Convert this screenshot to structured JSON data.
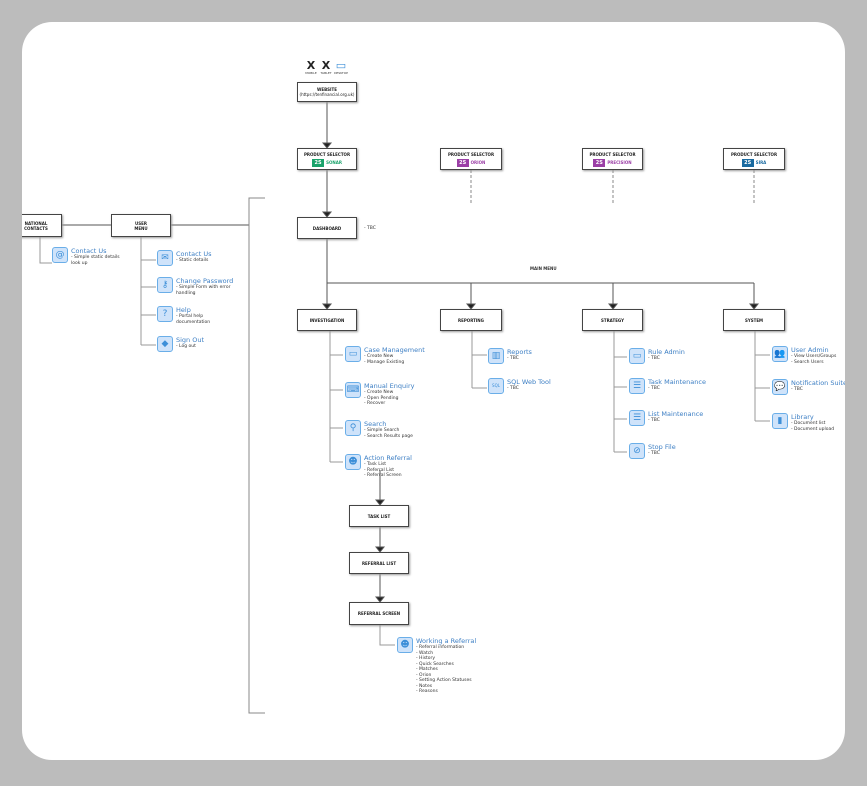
{
  "devices": [
    {
      "label": "MOBILE",
      "icon": "x-icon",
      "glyph": "X"
    },
    {
      "label": "TABLET",
      "icon": "x-icon",
      "glyph": "X"
    },
    {
      "label": "DESKTOP",
      "icon": "monitor-icon",
      "glyph": "▭"
    }
  ],
  "website": {
    "title": "WEBSITE",
    "url": "(https://tenfinancial.org.uk)"
  },
  "products": [
    {
      "id": "p1",
      "label": "PRODUCT SELECTOR",
      "name": "SONAR",
      "color": "#1aa36b"
    },
    {
      "id": "p2",
      "label": "PRODUCT SELECTOR",
      "name": "ORION",
      "color": "#9b3fa6"
    },
    {
      "id": "p3",
      "label": "PRODUCT SELECTOR",
      "name": "PRECISION",
      "color": "#9b3fa6"
    },
    {
      "id": "p4",
      "label": "PRODUCT SELECTOR",
      "name": "SIRA",
      "color": "#1a6aa0"
    }
  ],
  "logo_text": "2S",
  "boxes": [
    {
      "id": "national",
      "lines": [
        "NATIONAL",
        "CONTACTS"
      ]
    },
    {
      "id": "usermenu",
      "lines": [
        "USER",
        "MENU"
      ]
    },
    {
      "id": "dashboard",
      "lines": [
        "DASHBOARD"
      ]
    },
    {
      "id": "investigation",
      "lines": [
        "INVESTIGATION"
      ]
    },
    {
      "id": "reporting",
      "lines": [
        "REPORTING"
      ]
    },
    {
      "id": "strategy",
      "lines": [
        "STRATEGY"
      ]
    },
    {
      "id": "system",
      "lines": [
        "SYSTEM"
      ]
    },
    {
      "id": "tasklist",
      "lines": [
        "TASK LIST"
      ]
    },
    {
      "id": "referrallist",
      "lines": [
        "REFERRAL LIST"
      ]
    },
    {
      "id": "referralscreen",
      "lines": [
        "REFERRAL SCREEN"
      ]
    }
  ],
  "notes": {
    "dashboard": "- TBC",
    "main_menu": "MAIN MENU"
  },
  "items": [
    {
      "id": "nc",
      "title": "Contact Us",
      "icon": "at-sign-icon",
      "glyph": "@",
      "details": [
        "- Simple static details",
        "look up"
      ]
    },
    {
      "id": "um1",
      "title": "Contact Us",
      "icon": "envelope-icon",
      "glyph": "✉",
      "details": [
        "- Static details"
      ]
    },
    {
      "id": "um2",
      "title": "Change Password",
      "icon": "key-icon",
      "glyph": "⚷",
      "details": [
        "- Simple Form with error",
        "handling"
      ]
    },
    {
      "id": "um3",
      "title": "Help",
      "icon": "help-icon",
      "glyph": "?",
      "details": [
        "- Portal help",
        "documentation"
      ]
    },
    {
      "id": "um4",
      "title": "Sign Out",
      "icon": "sign-out-icon",
      "glyph": "◆",
      "details": [
        "- Log out"
      ]
    },
    {
      "id": "i1",
      "title": "Case Management",
      "icon": "briefcase-icon",
      "glyph": "▭",
      "details": [
        "- Create New",
        "- Manage Existing"
      ]
    },
    {
      "id": "i2",
      "title": "Manual Enquiry",
      "icon": "keyboard-icon",
      "glyph": "⌨",
      "details": [
        "- Create New",
        "- Open Pending",
        "- Recover"
      ]
    },
    {
      "id": "i3",
      "title": "Search",
      "icon": "magnifier-icon",
      "glyph": "⚲",
      "details": [
        "- Simple Search",
        "- Search Results page"
      ]
    },
    {
      "id": "i4",
      "title": "Action Referral",
      "icon": "detective-icon",
      "glyph": "☻",
      "details": [
        "- Task List",
        "- Referral List",
        "- Referral Screen"
      ]
    },
    {
      "id": "r1",
      "title": "Reports",
      "icon": "chart-icon",
      "glyph": "▥",
      "details": [
        "- TBC"
      ]
    },
    {
      "id": "r2",
      "title": "SQL Web Tool",
      "icon": "sql-icon",
      "glyph": "SQL",
      "details": [
        "- TBC"
      ]
    },
    {
      "id": "s1",
      "title": "Rule Admin",
      "icon": "briefcase-icon",
      "glyph": "▭",
      "details": [
        "- TBC"
      ]
    },
    {
      "id": "s2",
      "title": "Task Maintenance",
      "icon": "checklist-icon",
      "glyph": "☰",
      "details": [
        "- TBC"
      ]
    },
    {
      "id": "s3",
      "title": "List Maintenance",
      "icon": "list-edit-icon",
      "glyph": "☰",
      "details": [
        "- TBC"
      ]
    },
    {
      "id": "s4",
      "title": "Stop File",
      "icon": "stop-icon",
      "glyph": "⊘",
      "details": [
        "- TBC"
      ]
    },
    {
      "id": "y1",
      "title": "User Admin",
      "icon": "users-icon",
      "glyph": "👥",
      "details": [
        "- View Users/Groups",
        "- Search Users"
      ]
    },
    {
      "id": "y2",
      "title": "Notification Suite Admin",
      "icon": "notification-icon",
      "glyph": "💬",
      "details": [
        "- TBC"
      ]
    },
    {
      "id": "y3",
      "title": "Library",
      "icon": "books-icon",
      "glyph": "▮",
      "details": [
        "- Document list",
        "- Document upload"
      ]
    },
    {
      "id": "w1",
      "title": "Working a Referral",
      "icon": "detective-icon",
      "glyph": "☻",
      "details": [
        "- Referral information",
        "- Watch",
        "- History",
        "- Quick Searches",
        "- Matches",
        "- Orion",
        "- Setting Action Statuses",
        "- Notes",
        "- Reasons"
      ]
    }
  ]
}
